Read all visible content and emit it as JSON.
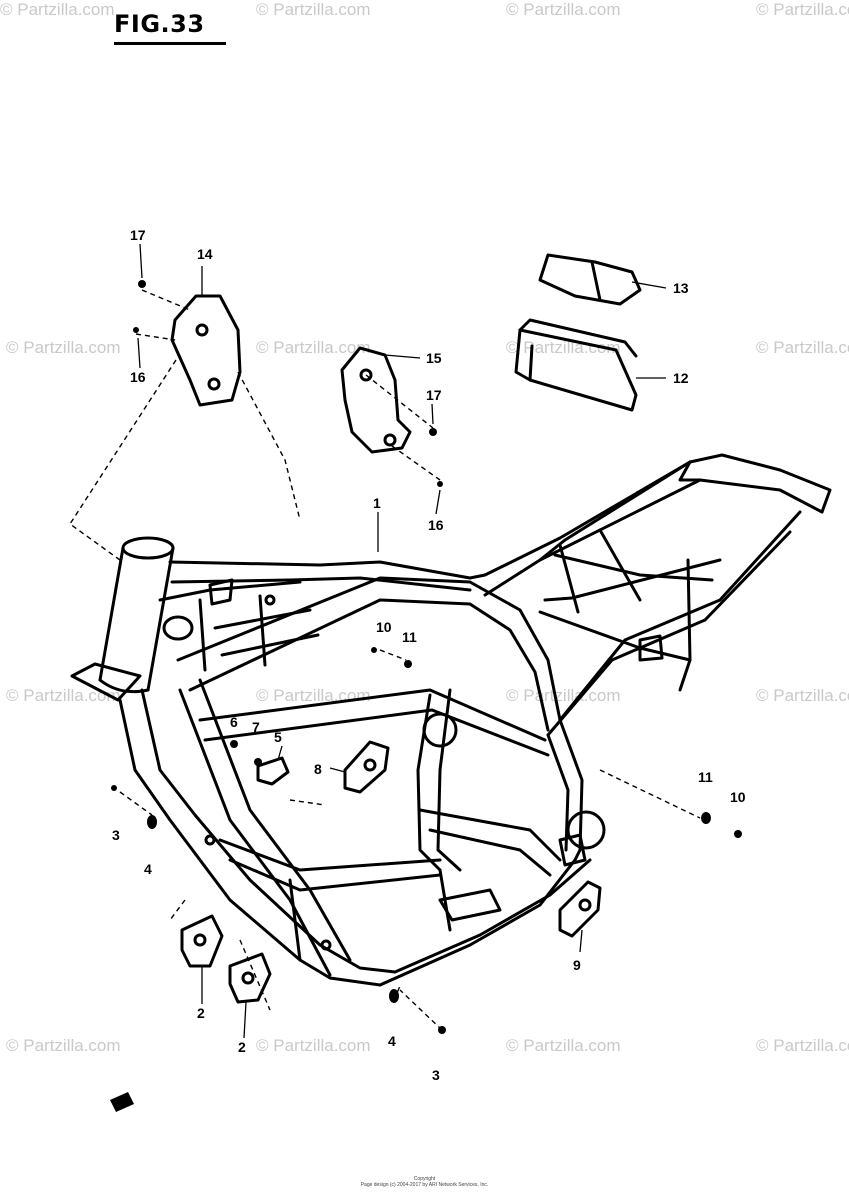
{
  "figure": {
    "title": "FIG.33"
  },
  "watermark": "© Partzilla.com",
  "callouts": [
    "1",
    "2",
    "2",
    "3",
    "3",
    "4",
    "4",
    "5",
    "6",
    "7",
    "8",
    "9",
    "10",
    "10",
    "11",
    "11",
    "12",
    "13",
    "14",
    "15",
    "16",
    "16",
    "17",
    "17"
  ],
  "footer": {
    "line1": "Copyright",
    "line2": "Page design (c) 2004-2017 by ARI Network Services, Inc."
  },
  "colors": {
    "ink": "#000000",
    "watermark": "#c9c9c9",
    "background": "#ffffff"
  }
}
